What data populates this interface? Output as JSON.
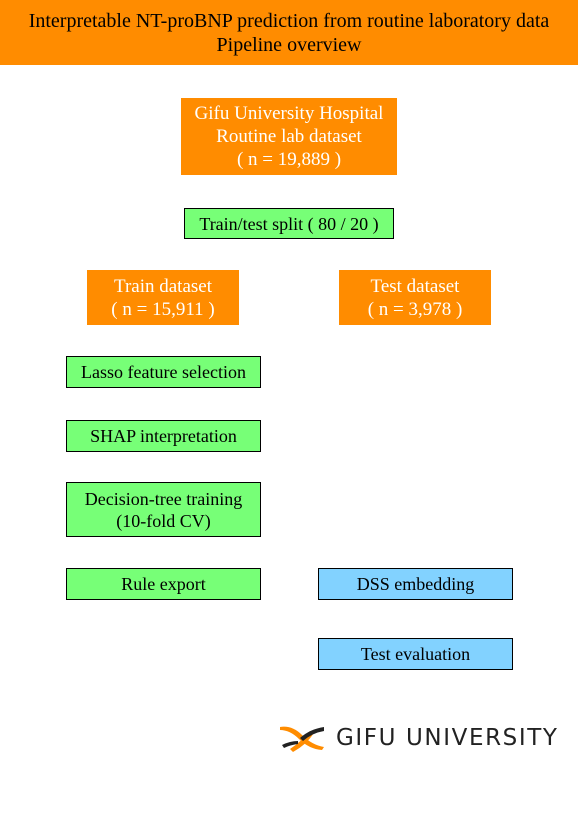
{
  "header": {
    "title": "Interpretable NT-proBNP prediction from routine laboratory data",
    "subtitle": "Pipeline overview"
  },
  "nodes": {
    "source": {
      "lines": [
        "Gifu University Hospital",
        "Routine lab dataset",
        "( n = 19,889 )"
      ]
    },
    "split": {
      "lines": [
        "Train/test split ( 80 / 20 )"
      ]
    },
    "train": {
      "lines": [
        "Train dataset",
        "( n = 15,911 )"
      ]
    },
    "test": {
      "lines": [
        "Test dataset",
        "( n = 3,978 )"
      ]
    },
    "lasso": {
      "lines": [
        "Lasso feature selection"
      ]
    },
    "shap": {
      "lines": [
        "SHAP interpretation"
      ]
    },
    "tree": {
      "lines": [
        "Decision-tree training",
        "(10-fold CV)"
      ]
    },
    "rule": {
      "lines": [
        "Rule export"
      ]
    },
    "dss": {
      "lines": [
        "DSS embedding"
      ]
    },
    "eval": {
      "lines": [
        "Test evaluation"
      ]
    }
  },
  "logo": {
    "text": "GIFU UNIVERSITY",
    "icon": "gifu-university-logo-icon"
  },
  "colors": {
    "header": "#ff8c00",
    "data_box": "#ff8c00",
    "data_text": "#ffffff",
    "train_step": "#77ff77",
    "test_step": "#82d2ff",
    "logo_accent": "#ff8c00",
    "logo_dark": "#222222"
  }
}
